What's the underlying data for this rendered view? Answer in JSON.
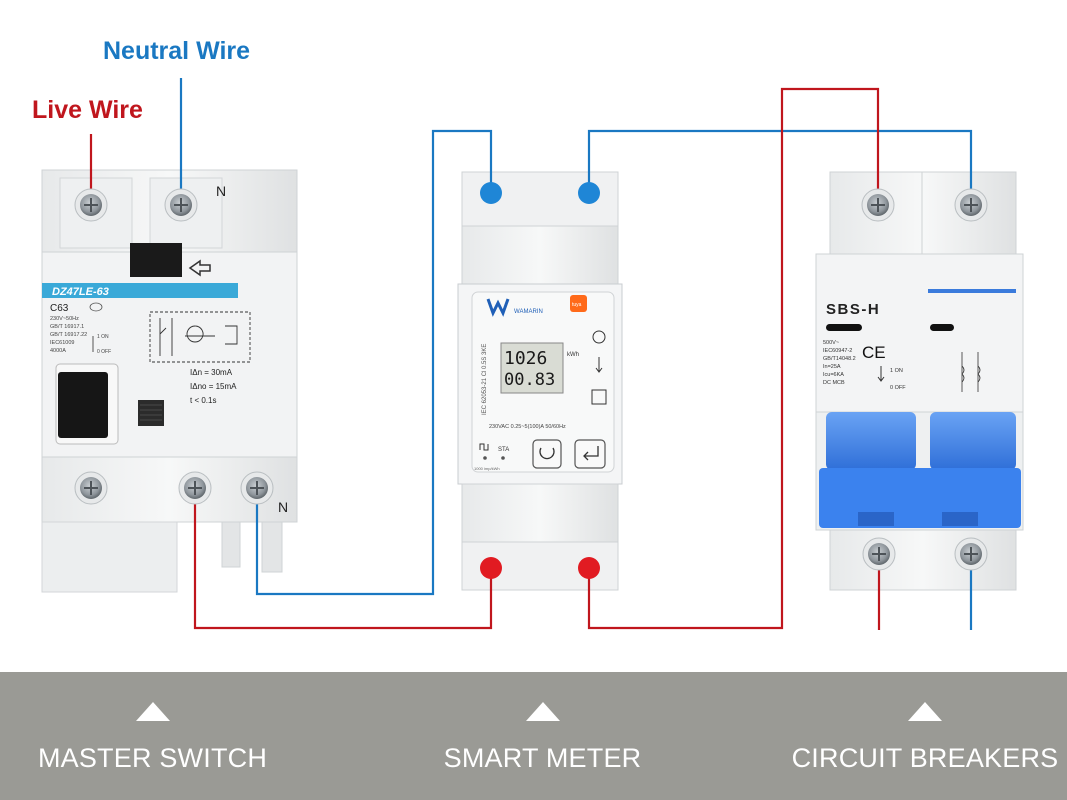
{
  "labels": {
    "neutral_wire": "Neutral Wire",
    "live_wire": "Live Wire"
  },
  "colors": {
    "live": "#c0161d",
    "neutral": "#1a78c2",
    "terminal_live": "#e11b22",
    "terminal_neutral": "#1f86d6",
    "breaker_blue": "#3b82ee",
    "band_cyan": "#3aa9d8",
    "bottom_bar": "#9a9a95"
  },
  "master_switch": {
    "terminal_label_top": "N",
    "terminal_label_bottom": "N",
    "model": "DZ47LE-63",
    "rating": "C63",
    "specs": [
      "230V~50Hz",
      "GB/T 16917.1",
      "GB/T 16917.22",
      "IEC61009",
      "4000A"
    ],
    "on_label": "1 ON",
    "off_label": "0 OFF",
    "trip_specs": [
      "IΔn = 30mA",
      "IΔno = 15mA",
      "t    < 0.1s"
    ]
  },
  "smart_meter": {
    "brand": "WAMARIN",
    "app_badge": "tuya",
    "display_line1": "1026",
    "display_line2": "00.83",
    "unit": "kWh",
    "vertical_text": "IEC 62053-21  Cl 0.5S  3KE",
    "rating_text": "230VAC  0.25~5(100)A  50/60Hz",
    "pulse_label": "STA",
    "impulse_text": "1000 imp/kWh"
  },
  "circuit_breakers": {
    "model": "SBS-H",
    "specs": [
      "500V~",
      "IEC60947-2",
      "GB/T14048.2",
      "In=25A",
      "Icu=6KA",
      "DC MCB"
    ],
    "on_label": "1 ON",
    "off_label": "0 OFF",
    "ce_mark": "CE"
  },
  "bottom_bar": {
    "sections": [
      {
        "label": "MASTER SWITCH"
      },
      {
        "label": "SMART METER"
      },
      {
        "label": "CIRCUIT BREAKERS"
      }
    ]
  }
}
